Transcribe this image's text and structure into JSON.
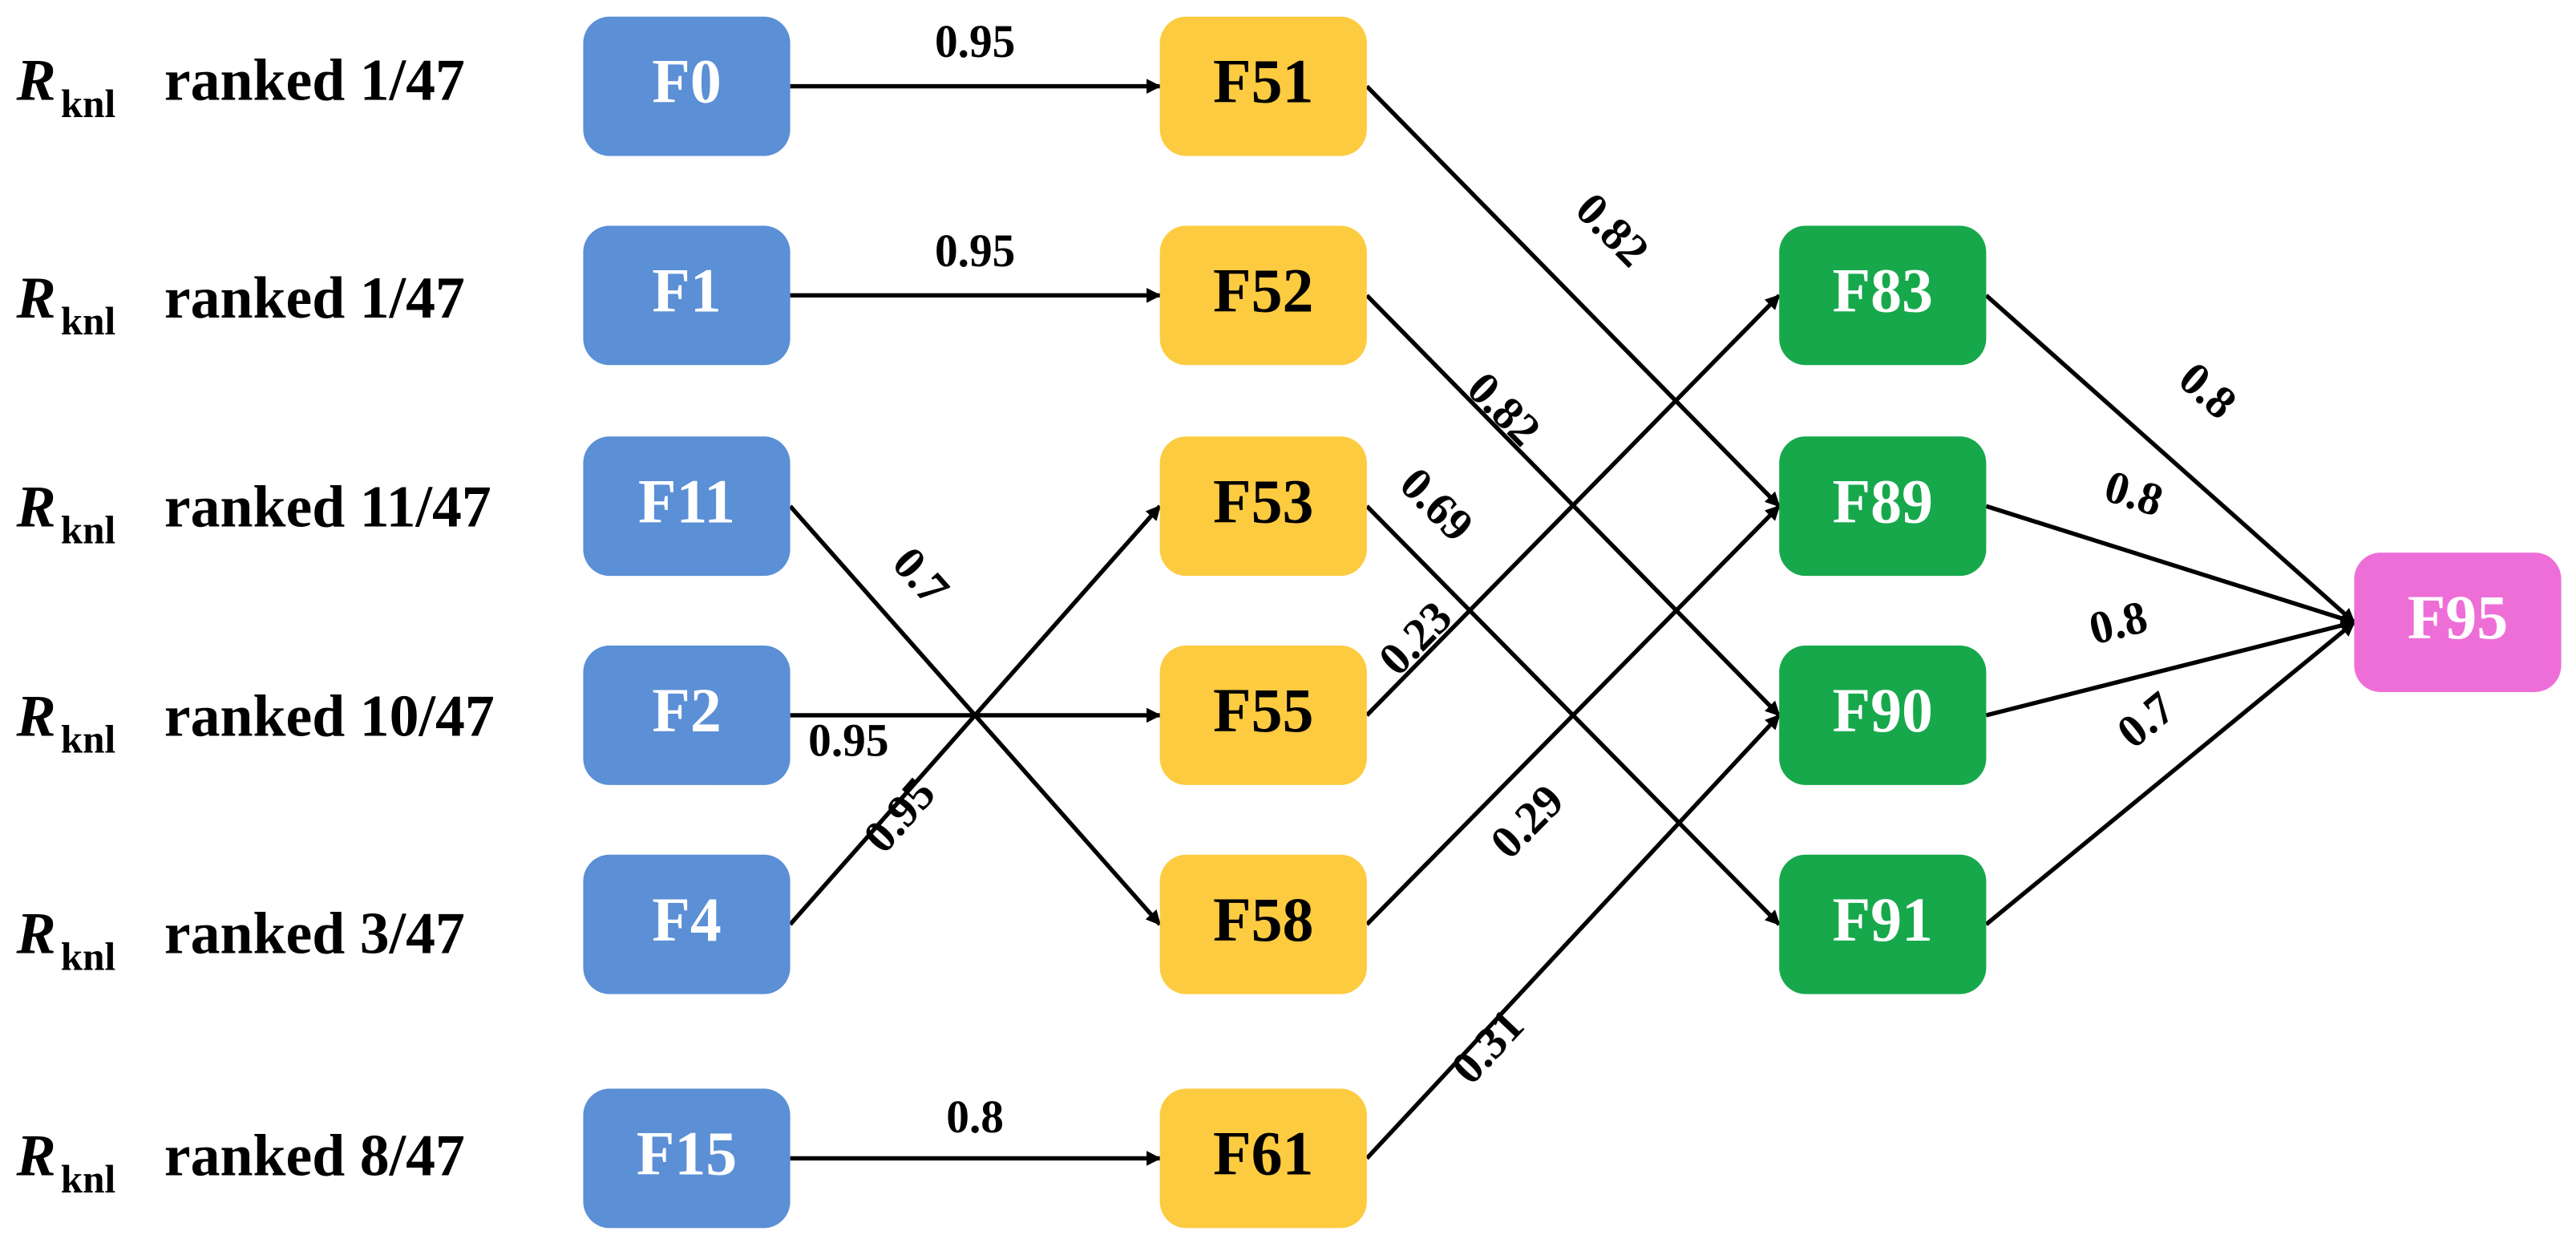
{
  "colors": {
    "input": "#5B8FD6",
    "hidden1": "#FDCB40",
    "hidden2": "#17A84C",
    "output": "#EE6ED8",
    "edge": "#000000"
  },
  "ranks": [
    {
      "symbol": "R",
      "subscript": "knl",
      "text": "ranked 1/47"
    },
    {
      "symbol": "R",
      "subscript": "knl",
      "text": "ranked 1/47"
    },
    {
      "symbol": "R",
      "subscript": "knl",
      "text": "ranked 11/47"
    },
    {
      "symbol": "R",
      "subscript": "knl",
      "text": "ranked 10/47"
    },
    {
      "symbol": "R",
      "subscript": "knl",
      "text": "ranked 3/47"
    },
    {
      "symbol": "R",
      "subscript": "knl",
      "text": "ranked 8/47"
    }
  ],
  "nodes": [
    {
      "id": "F0",
      "label": "F0",
      "group": "input"
    },
    {
      "id": "F1",
      "label": "F1",
      "group": "input"
    },
    {
      "id": "F11",
      "label": "F11",
      "group": "input"
    },
    {
      "id": "F2",
      "label": "F2",
      "group": "input"
    },
    {
      "id": "F4",
      "label": "F4",
      "group": "input"
    },
    {
      "id": "F15",
      "label": "F15",
      "group": "input"
    },
    {
      "id": "F51",
      "label": "F51",
      "group": "hidden1"
    },
    {
      "id": "F52",
      "label": "F52",
      "group": "hidden1"
    },
    {
      "id": "F53",
      "label": "F53",
      "group": "hidden1"
    },
    {
      "id": "F55",
      "label": "F55",
      "group": "hidden1"
    },
    {
      "id": "F58",
      "label": "F58",
      "group": "hidden1"
    },
    {
      "id": "F61",
      "label": "F61",
      "group": "hidden1"
    },
    {
      "id": "F83",
      "label": "F83",
      "group": "hidden2"
    },
    {
      "id": "F89",
      "label": "F89",
      "group": "hidden2"
    },
    {
      "id": "F90",
      "label": "F90",
      "group": "hidden2"
    },
    {
      "id": "F91",
      "label": "F91",
      "group": "hidden2"
    },
    {
      "id": "F95",
      "label": "F95",
      "group": "output"
    }
  ],
  "edges": [
    {
      "from": "F0",
      "to": "F51",
      "weight": "0.95"
    },
    {
      "from": "F1",
      "to": "F52",
      "weight": "0.95"
    },
    {
      "from": "F11",
      "to": "F58",
      "weight": "0.7"
    },
    {
      "from": "F2",
      "to": "F55",
      "weight": "0.95"
    },
    {
      "from": "F4",
      "to": "F53",
      "weight": "0.95"
    },
    {
      "from": "F15",
      "to": "F61",
      "weight": "0.8"
    },
    {
      "from": "F51",
      "to": "F89",
      "weight": "0.82"
    },
    {
      "from": "F52",
      "to": "F90",
      "weight": "0.82"
    },
    {
      "from": "F53",
      "to": "F91",
      "weight": "0.69"
    },
    {
      "from": "F55",
      "to": "F83",
      "weight": "0.23"
    },
    {
      "from": "F58",
      "to": "F89",
      "weight": "0.29"
    },
    {
      "from": "F61",
      "to": "F90",
      "weight": "0.31"
    },
    {
      "from": "F83",
      "to": "F95",
      "weight": "0.8"
    },
    {
      "from": "F89",
      "to": "F95",
      "weight": "0.8"
    },
    {
      "from": "F90",
      "to": "F95",
      "weight": "0.8"
    },
    {
      "from": "F91",
      "to": "F95",
      "weight": "0.7"
    }
  ]
}
